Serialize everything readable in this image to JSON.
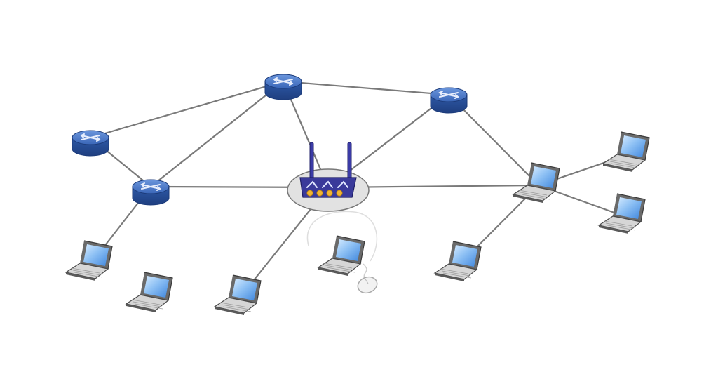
{
  "diagram": {
    "nodes": [
      {
        "id": "router-1",
        "kind": "router",
        "icon": "router-icon"
      },
      {
        "id": "router-2",
        "kind": "router",
        "icon": "router-icon"
      },
      {
        "id": "router-3",
        "kind": "router",
        "icon": "router-icon"
      },
      {
        "id": "router-4",
        "kind": "router",
        "icon": "router-icon"
      },
      {
        "id": "wireless-ap",
        "kind": "wireless-router",
        "icon": "wireless-router-icon"
      },
      {
        "id": "laptop-1",
        "kind": "laptop",
        "icon": "laptop-icon"
      },
      {
        "id": "laptop-2",
        "kind": "laptop",
        "icon": "laptop-icon"
      },
      {
        "id": "laptop-3",
        "kind": "laptop",
        "icon": "laptop-icon"
      },
      {
        "id": "laptop-4",
        "kind": "laptop",
        "icon": "laptop-icon"
      },
      {
        "id": "laptop-5",
        "kind": "laptop",
        "icon": "laptop-icon"
      },
      {
        "id": "laptop-6",
        "kind": "laptop",
        "icon": "laptop-icon"
      },
      {
        "id": "laptop-7",
        "kind": "laptop",
        "icon": "laptop-icon"
      },
      {
        "id": "laptop-8",
        "kind": "laptop",
        "icon": "laptop-icon"
      },
      {
        "id": "mouse",
        "kind": "mouse",
        "icon": "mouse-icon"
      }
    ],
    "links": [
      [
        "router-1",
        "router-2"
      ],
      [
        "router-1",
        "router-4"
      ],
      [
        "router-2",
        "router-3"
      ],
      [
        "router-2",
        "router-4"
      ],
      [
        "router-2",
        "wireless-ap"
      ],
      [
        "router-3",
        "wireless-ap"
      ],
      [
        "router-3",
        "laptop-7"
      ],
      [
        "router-4",
        "wireless-ap"
      ],
      [
        "router-4",
        "laptop-1"
      ],
      [
        "wireless-ap",
        "laptop-7"
      ],
      [
        "wireless-ap",
        "laptop-3"
      ],
      [
        "laptop-7",
        "laptop-6"
      ],
      [
        "laptop-7",
        "laptop-8"
      ],
      [
        "laptop-7",
        "laptop-5"
      ],
      [
        "laptop-4",
        "mouse"
      ]
    ],
    "colors": {
      "link": "#7a7a7a",
      "router_body": "#2f5aa8",
      "router_top": "#4a78c8",
      "ap_body": "#3a3a9a",
      "ap_leds": "#f2b632",
      "ap_pad": "#e2e2e2",
      "laptop_screen": "#4a8fe0",
      "laptop_frame": "#555555",
      "laptop_keys": "#bdbdbd"
    }
  }
}
